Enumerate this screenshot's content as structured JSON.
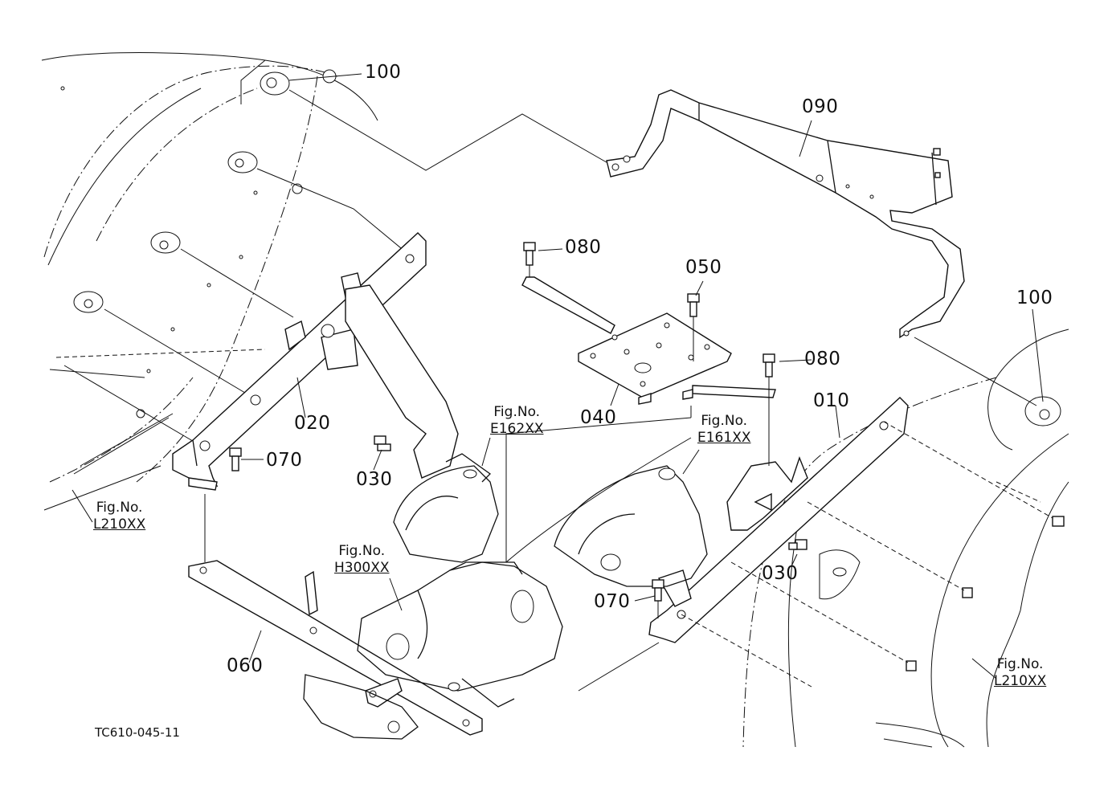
{
  "diagram": {
    "part_labels": [
      {
        "id": "p100a",
        "text": "100"
      },
      {
        "id": "p090",
        "text": "090"
      },
      {
        "id": "p080a",
        "text": "080"
      },
      {
        "id": "p050",
        "text": "050"
      },
      {
        "id": "p100b",
        "text": "100"
      },
      {
        "id": "p080b",
        "text": "080"
      },
      {
        "id": "p010",
        "text": "010"
      },
      {
        "id": "p040",
        "text": "040"
      },
      {
        "id": "p020",
        "text": "020"
      },
      {
        "id": "p070a",
        "text": "070"
      },
      {
        "id": "p030a",
        "text": "030"
      },
      {
        "id": "p030b",
        "text": "030"
      },
      {
        "id": "p070b",
        "text": "070"
      },
      {
        "id": "p060",
        "text": "060"
      }
    ],
    "figure_refs": [
      {
        "id": "f1",
        "title": "Fig.No.",
        "ref": "E162XX"
      },
      {
        "id": "f2",
        "title": "Fig.No.",
        "ref": "E161XX"
      },
      {
        "id": "f3",
        "title": "Fig.No.",
        "ref": "L210XX"
      },
      {
        "id": "f4",
        "title": "Fig.No.",
        "ref": "H300XX"
      },
      {
        "id": "f5",
        "title": "Fig.No.",
        "ref": "L210XX"
      }
    ],
    "drawing_code": "TC610-045-11"
  }
}
